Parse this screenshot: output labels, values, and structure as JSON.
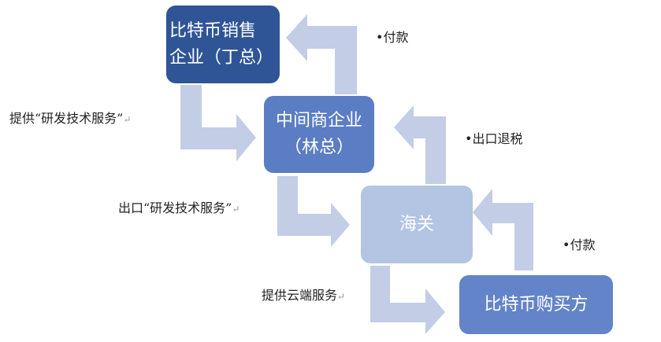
{
  "nodes": {
    "seller": {
      "line1": "比特币销售",
      "line2": "企业（丁总）"
    },
    "middleman": {
      "line1": "中间商企业",
      "line2": "（林总）"
    },
    "customs": {
      "line1": "海关"
    },
    "buyer": {
      "line1": "比特币购买方"
    }
  },
  "labels": {
    "provide_rd": "提供“研发技术服务”",
    "payment_top": "•付款",
    "export_rebate": "•出口退税",
    "export_rd": "出口“研发技术服务”",
    "payment_bottom": "•付款",
    "cloud_service": "提供云端服务",
    "return_mark": "↵"
  },
  "colors": {
    "seller": "#2f5597",
    "middleman": "#5b7dc3",
    "customs": "#b4c4e3",
    "buyer": "#6384c8",
    "arrow": "#c3cde6"
  }
}
